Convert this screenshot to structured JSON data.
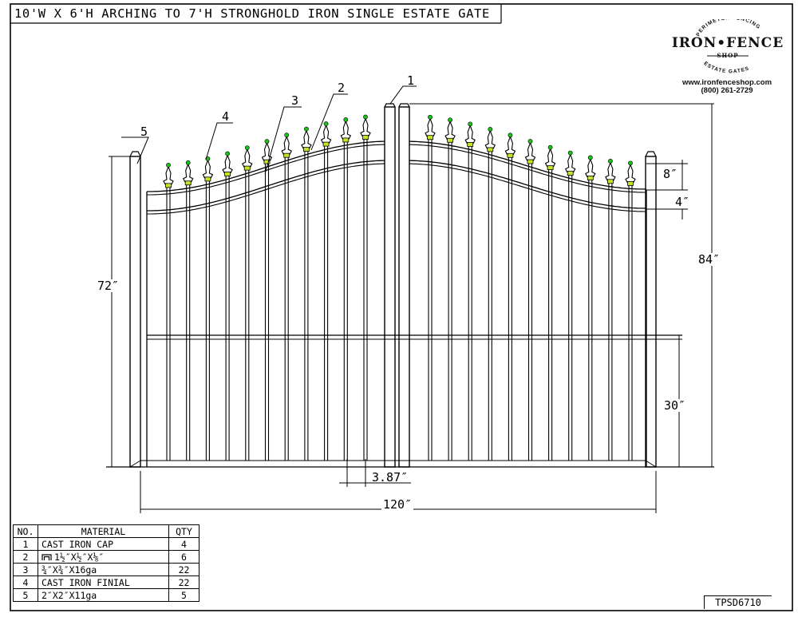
{
  "title": "10'W X 6'H ARCHING TO 7'H STRONGHOLD IRON SINGLE ESTATE GATE",
  "logo": {
    "top_arc": "PERIMETER FENCING",
    "name": "IRON•FENCE",
    "sub": "SHOP",
    "bottom_arc": "ESTATE GATES",
    "website": "www.ironfenceshop.com",
    "phone": "(800) 261-2729"
  },
  "dimensions": {
    "post_height": "72″",
    "overall_height": "84″",
    "arch_spacing": "8″",
    "rail_spacing": "4″",
    "mid_rail_height": "30″",
    "picket_spacing": "3.87″",
    "overall_width": "120″"
  },
  "callouts": [
    "1",
    "2",
    "3",
    "4",
    "5"
  ],
  "materials": {
    "headers": [
      "NO.",
      "MATERIAL",
      "QTY"
    ],
    "rows": [
      {
        "no": "1",
        "material": "CAST IRON CAP",
        "qty": "4"
      },
      {
        "no": "2",
        "material": "1½″X½″X⅛″",
        "qty": "6",
        "icon": "channel-icon"
      },
      {
        "no": "3",
        "material": "¾″X¾″X16ga",
        "qty": "22"
      },
      {
        "no": "4",
        "material": "CAST IRON FINIAL",
        "qty": "22"
      },
      {
        "no": "5",
        "material": "2″X2″X11ga",
        "qty": "5"
      }
    ]
  },
  "part_number": "TPSD6710",
  "colors": {
    "line": "#000000",
    "finial_tip": "#19c419",
    "finial_collar": "#c2e622"
  }
}
